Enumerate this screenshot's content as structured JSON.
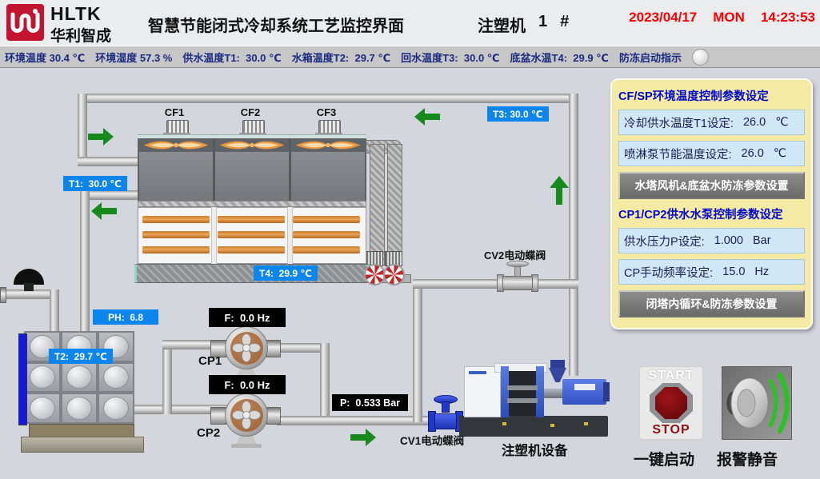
{
  "header": {
    "logo_abbr": "HLTK",
    "logo_name": "华利智成",
    "title": "智慧节能闭式冷却系统工艺监控界面",
    "machine": "注塑机",
    "machine_no": "1",
    "machine_hash": "#",
    "date": "2023/04/17",
    "weekday": "MON",
    "time": "14:23:53"
  },
  "status_bar": {
    "items": [
      "环境温度 30.4 ℃",
      "环境湿度 57.3 %",
      "供水温度T1:  30.0 ℃",
      "水箱温度T2:  29.7 ℃",
      "回水温度T3:  30.0 ℃",
      "底盆水温T4:  29.9 ℃",
      "防冻启动指示"
    ]
  },
  "diagram": {
    "fan_labels": [
      "CF1",
      "CF2",
      "CF3"
    ],
    "tags": {
      "t1": "T1:  30.0 ℃",
      "t2": "T2:  29.7 ℃",
      "t3": "T3: 30.0 ℃",
      "t4": "T4:  29.9 ℃",
      "ph": "PH:  6.8"
    },
    "displays": {
      "cp1_freq": "F:  0.0 Hz",
      "cp2_freq": "F:  0.0 Hz",
      "pressure": "P:  0.533 Bar"
    },
    "pump_labels": [
      "CP1",
      "CP2"
    ],
    "valve_labels": {
      "cv1": "CV1电动蝶阀",
      "cv2": "CV2电动蝶阀"
    },
    "machine_label": "注塑机设备"
  },
  "panel": {
    "sections": [
      {
        "title": "CF/SP环境温度控制参数设定",
        "rows": [
          {
            "label": "冷却供水温度T1设定:",
            "value": "26.0",
            "unit": "℃"
          },
          {
            "label": "喷淋泵节能温度设定:",
            "value": "26.0",
            "unit": "℃"
          }
        ],
        "button": "水塔风机&底盆水防冻参数设置"
      },
      {
        "title": "CP1/CP2供水水泵控制参数设定",
        "rows": [
          {
            "label": "供水压力P设定:",
            "value": "1.000",
            "unit": "Bar"
          },
          {
            "label": "CP手动频率设定:",
            "value": "15.0",
            "unit": "Hz"
          }
        ],
        "button": "闭塔内循环&防冻参数设置"
      }
    ]
  },
  "controls": {
    "start_stop": {
      "top": "START",
      "bottom": "STOP",
      "label": "一键启动"
    },
    "mute": {
      "label": "报警静音"
    }
  },
  "colors": {
    "tag_blue": "#0c86ec",
    "alarm_red": "#ff0000",
    "panel_yellow": "#f4eaa4",
    "field_blue": "#cfe7f6",
    "arrow_green": "#178a1d",
    "logo_red": "#c31432"
  }
}
